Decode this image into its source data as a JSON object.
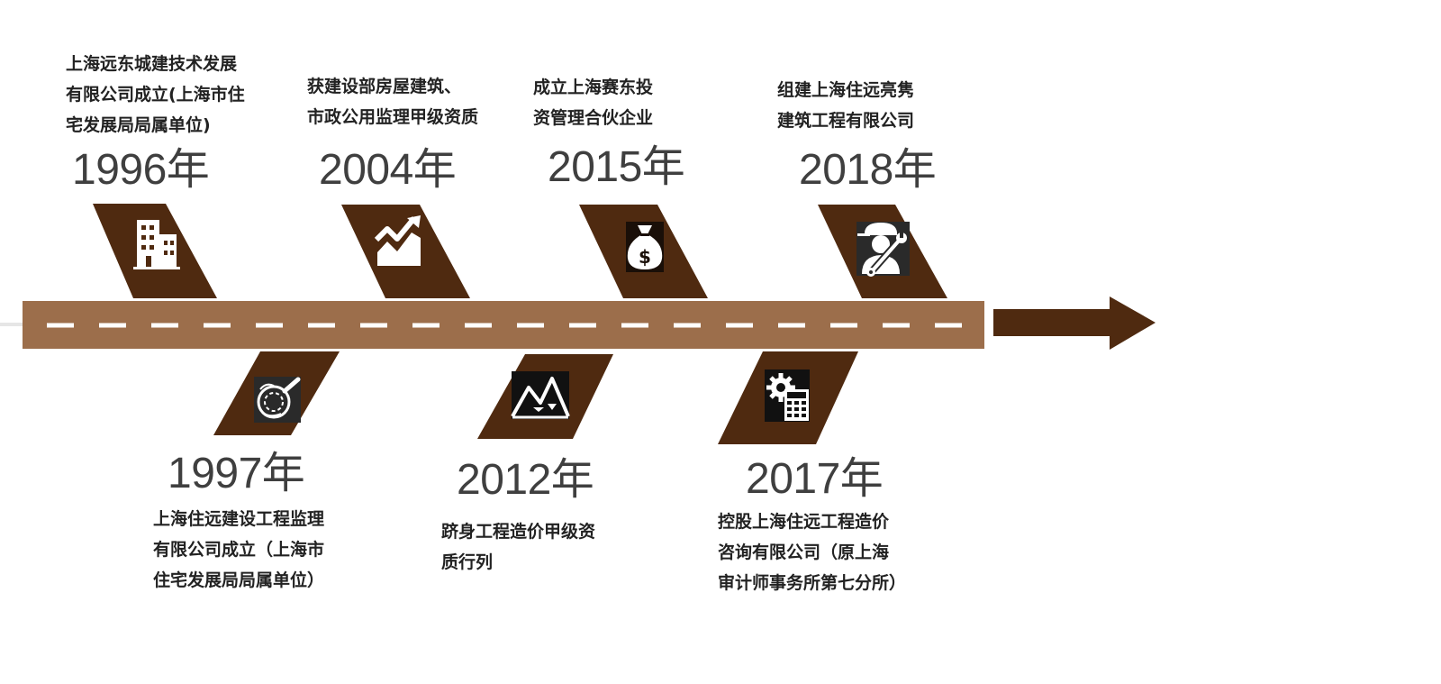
{
  "colors": {
    "dark_brown": "#4f2a10",
    "road_brown": "#9c6e4b",
    "dash_white": "#ffffff",
    "year_text": "#3f3f3f"
  },
  "milestones": [
    {
      "year": "1996年",
      "description": "上海远东城建技术发展\n有限公司成立(上海市住\n宅发展局局属单位)",
      "icon": "building-icon",
      "position": "above"
    },
    {
      "year": "1997年",
      "description": "上海住远建设工程监理\n有限公司成立（上海市\n住宅发展局局属单位）",
      "icon": "magnifier-inspection-icon",
      "position": "below"
    },
    {
      "year": "2004年",
      "description": "获建设部房屋建筑、\n市政公用监理甲级资质",
      "icon": "growth-chart-icon",
      "position": "above"
    },
    {
      "year": "2012年",
      "description": "跻身工程造价甲级资\n质行列",
      "icon": "mountain-peak-icon",
      "position": "below"
    },
    {
      "year": "2015年",
      "description": "成立上海赛东投\n资管理合伙企业",
      "icon": "money-bag-icon",
      "position": "above"
    },
    {
      "year": "2017年",
      "description": "控股上海住远工程造价\n咨询有限公司（原上海\n审计师事务所第七分所）",
      "icon": "gear-calculator-icon",
      "position": "below"
    },
    {
      "year": "2018年",
      "description": "组建上海住远亮隽\n建筑工程有限公司",
      "icon": "engineer-wrench-icon",
      "position": "above"
    }
  ]
}
